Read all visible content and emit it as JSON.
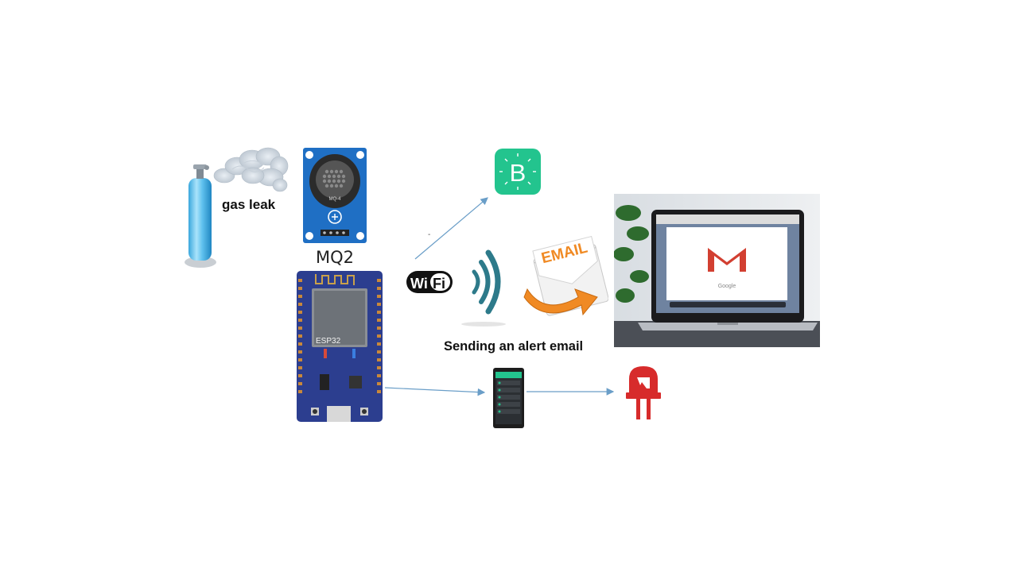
{
  "labels": {
    "gas_leak": "gas leak",
    "sensor": "MQ2",
    "alert": "Sending an alert email",
    "sensor_chip": "MQ-4",
    "board_chip": "ESP32",
    "email_text": "EMAIL",
    "wifi_left": "Wi",
    "wifi_right": "Fi",
    "blynk_letter": "B",
    "gmail_caption": "Google",
    "tiny_mark": "-"
  },
  "colors": {
    "arrow": "#6a9ec8",
    "blynk": "#23c48e",
    "board": "#2c3e8f",
    "sensor": "#1f6fc4",
    "led": "#d72b2b",
    "email_arrow": "#f08a24",
    "gmail_red": "#d23f31"
  },
  "icons": [
    "gas-cylinder-icon",
    "gas-cloud-icon",
    "mq2-sensor-icon",
    "esp32-board-icon",
    "wifi-icon",
    "signal-waves-icon",
    "blynk-icon",
    "email-envelope-icon",
    "laptop-gmail-icon",
    "smartphone-app-icon",
    "led-icon"
  ]
}
